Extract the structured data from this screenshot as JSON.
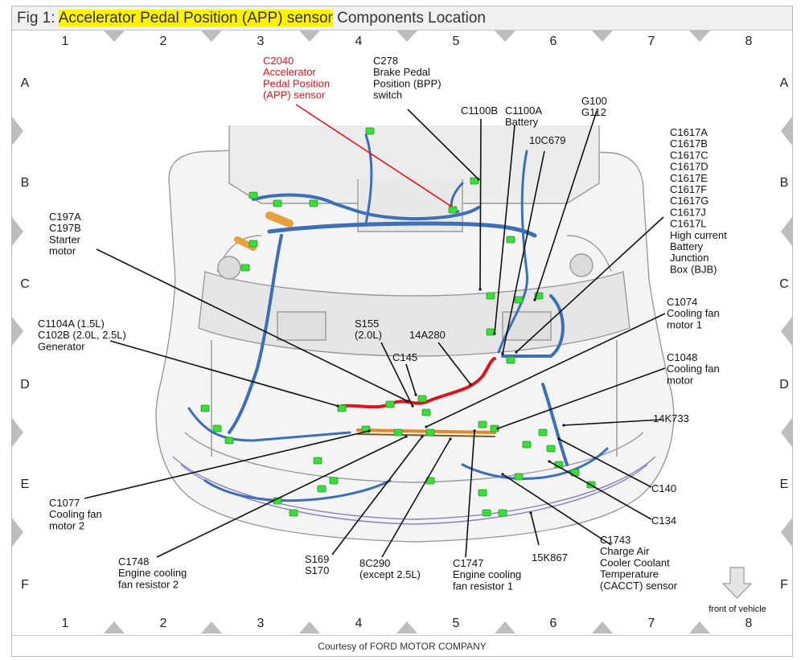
{
  "title": {
    "prefix": "Fig 1: ",
    "highlight": "Accelerator Pedal Position (APP) sensor",
    "suffix": " Components Location"
  },
  "grid": {
    "columns": [
      "1",
      "2",
      "3",
      "4",
      "5",
      "6",
      "7",
      "8"
    ],
    "rows": [
      "A",
      "B",
      "C",
      "D",
      "E",
      "F"
    ]
  },
  "labels": {
    "c2040": [
      "C2040",
      "Accelerator",
      "Pedal Position",
      "(APP) sensor"
    ],
    "c278": [
      "C278",
      "Brake Pedal",
      "Position (BPP)",
      "switch"
    ],
    "c1100b": [
      "C1100B"
    ],
    "c1100a": [
      "C1100A",
      "Battery"
    ],
    "g100": [
      "G100",
      "G112"
    ],
    "c10c679": [
      "10C679"
    ],
    "c1617": [
      "C1617A",
      "C1617B",
      "C1617C",
      "C1617D",
      "C1617E",
      "C1617F",
      "C1617G",
      "C1617J",
      "C1617L",
      "High current",
      "Battery",
      "Junction",
      "Box (BJB)"
    ],
    "c197": [
      "C197A",
      "C197B",
      "Starter",
      "motor"
    ],
    "c1104": [
      "C1104A (1.5L)",
      "C102B  (2.0L, 2.5L)",
      "Generator"
    ],
    "s155": [
      "S155",
      "(2.0L)"
    ],
    "c14a280": [
      "14A280"
    ],
    "c145": [
      "C145"
    ],
    "c1074": [
      "C1074",
      "Cooling fan",
      "motor 1"
    ],
    "c1048": [
      "C1048",
      "Cooling fan",
      "motor"
    ],
    "c14k733": [
      "14K733"
    ],
    "c140": [
      "C140"
    ],
    "c134": [
      "C134"
    ],
    "c1077": [
      "C1077",
      "Cooling fan",
      "motor 2"
    ],
    "c1748": [
      "C1748",
      "Engine cooling",
      "fan resistor 2"
    ],
    "s169": [
      "S169",
      "S170"
    ],
    "c8c290": [
      "8C290",
      "(except 2.5L)"
    ],
    "c1747": [
      "C1747",
      "Engine cooling",
      "fan resistor 1"
    ],
    "c15k867": [
      "15K867"
    ],
    "c1743": [
      "C1743",
      "Charge Air",
      "Cooler Coolant",
      "Temperature",
      "(CACCT) sensor"
    ],
    "front": [
      "front of vehicle"
    ]
  },
  "colors": {
    "highlight": "#fff200",
    "callout_red": "#e8141b",
    "harness_blue": "#3d6fb8",
    "harness_red": "#d8171d",
    "connector_green": "#3ddc3d",
    "grid_marker": "#b7b7b7"
  },
  "footer": "Courtesy of FORD MOTOR COMPANY"
}
